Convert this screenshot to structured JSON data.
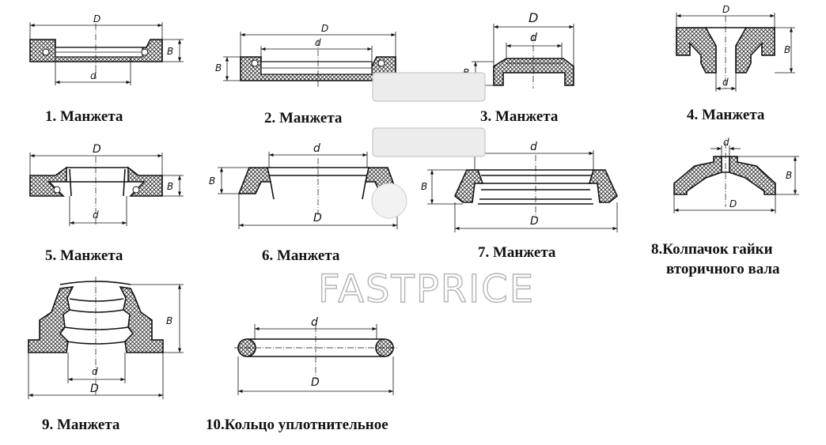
{
  "items": [
    {
      "id": "1",
      "label": "1. Манжета",
      "dims": {
        "outer": "D",
        "inner": "d",
        "height": "B"
      }
    },
    {
      "id": "2",
      "label": "2. Манжета",
      "dims": {
        "outer": "D",
        "inner": "d",
        "height": "B"
      }
    },
    {
      "id": "3",
      "label": "3. Манжета",
      "dims": {
        "outer": "D",
        "inner": "d",
        "height": "B"
      }
    },
    {
      "id": "4",
      "label": "4. Манжета",
      "dims": {
        "outer": "D",
        "inner": "d",
        "height": "B"
      }
    },
    {
      "id": "5",
      "label": "5. Манжета",
      "dims": {
        "outer": "D",
        "inner": "d",
        "height": "B"
      }
    },
    {
      "id": "6",
      "label": "6. Манжета",
      "dims": {
        "outer": "D",
        "inner": "d",
        "height": "B"
      }
    },
    {
      "id": "7",
      "label": "7. Манжета",
      "dims": {
        "outer": "D",
        "inner": "d",
        "height": "B"
      }
    },
    {
      "id": "8",
      "label_line1": "8.Колпачок гайки",
      "label_line2": "вторичного вала",
      "dims": {
        "outer": "D",
        "inner": "d",
        "height": "B"
      }
    },
    {
      "id": "9",
      "label": "9. Манжета",
      "dims": {
        "outer": "D",
        "inner": "d",
        "height": "B"
      }
    },
    {
      "id": "10",
      "label": "10.Кольцо уплотнительное",
      "dims": {
        "outer": "D",
        "inner": "d"
      }
    }
  ],
  "watermark": "FASTPRICE"
}
